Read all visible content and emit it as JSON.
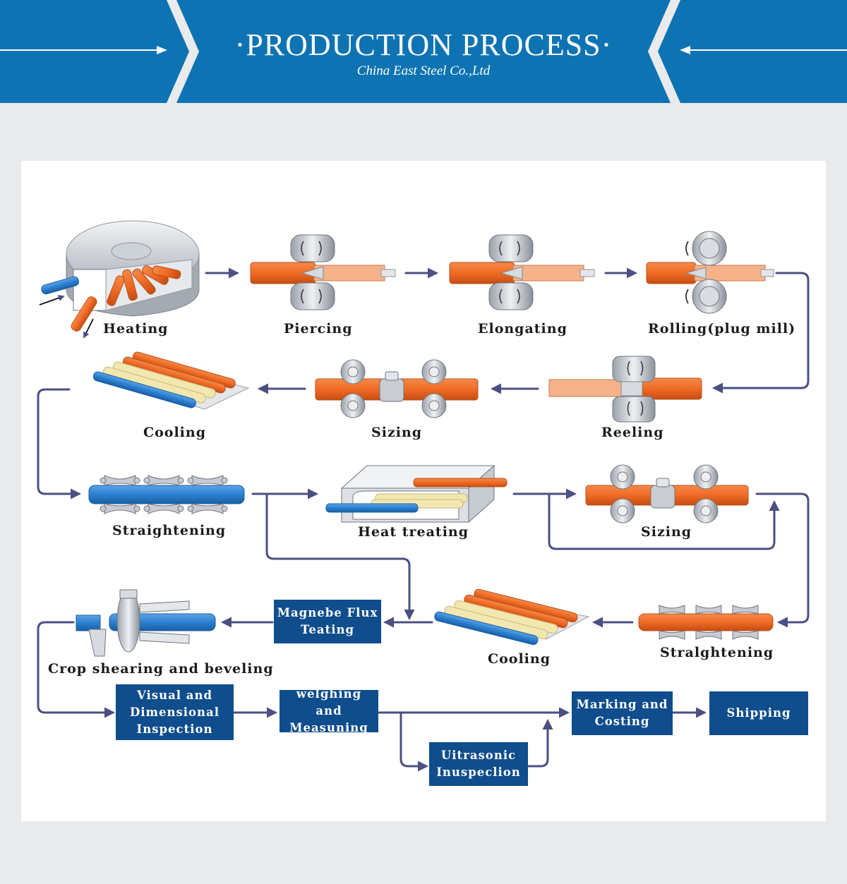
{
  "header": {
    "title": "·PRODUCTION PROCESS·",
    "subtitle": "China East Steel Co.,Ltd"
  },
  "steps": {
    "heating": "Heating",
    "piercing": "Piercing",
    "elongating": "Elongating",
    "rolling": "Rolling(plug mill)",
    "reeling": "Reeling",
    "sizing1": "Sizing",
    "cooling1": "Cooling",
    "straightening1": "Straightening",
    "heat_treating": "Heat treating",
    "sizing2": "Sizing",
    "straightening2": "Stralghtening",
    "cooling2": "Cooling",
    "crop": "Crop shearing and beveling"
  },
  "boxes": {
    "magnetic": "Magnebe Flux\nTeating",
    "visual": "Visual and\nDimensional\nInspection",
    "weighing": "welghing and\nMeasuning",
    "ultrasonic": "Uitrasonic\nInuspeclion",
    "marking": "Marking and\nCosting",
    "shipping": "Shipping"
  },
  "colors": {
    "banner_blue": "#0e73b2",
    "box_blue": "#0f4d8c",
    "arrow": "#4b4f82",
    "pipe_orange": "#ef6a25",
    "pipe_blue": "#2b7fcf",
    "pipe_cream": "#f3e7b0"
  }
}
